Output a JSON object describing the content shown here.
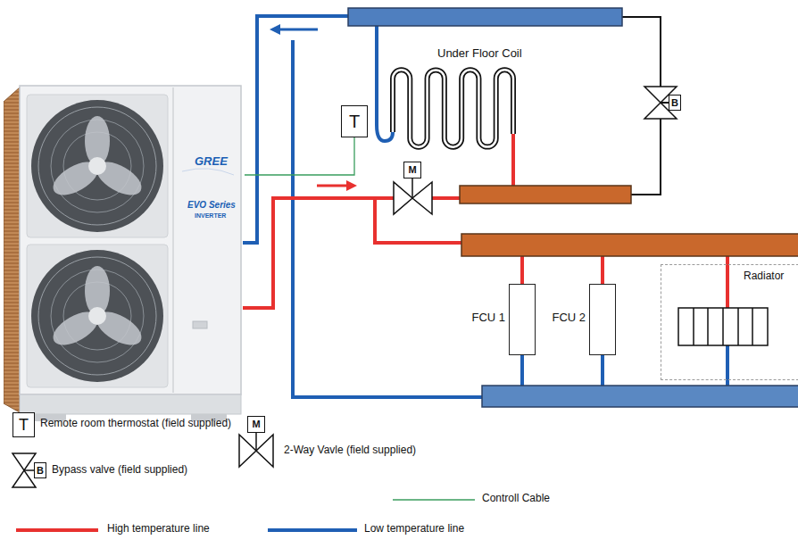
{
  "diagram": {
    "nodes": [
      {
        "text": [
          "GREE",
          "EVO Series",
          "INVERTER"
        ]
      },
      {
        "text": [
          "T"
        ]
      },
      {
        "text": [
          "B"
        ]
      },
      {
        "text": [
          "M"
        ]
      },
      {
        "text": [
          "FCU 1"
        ]
      },
      {
        "text": [
          "FCU 2"
        ]
      },
      {
        "text": [
          "Radiator"
        ]
      },
      {
        "text": [
          "T"
        ]
      },
      {
        "text": [
          "M"
        ]
      },
      {
        "text": [
          "B"
        ]
      }
    ],
    "edges": [
      {
        "from": 1,
        "to": 0,
        "arrow": "none"
      }
    ],
    "labels": [
      "Under Floor Coil"
    ],
    "legend": [
      {
        "text": "Remote room thermostat (field supplied)"
      },
      {
        "text": "2-Way Vavle (field supplied)"
      },
      {
        "text": "Bypass valve (field supplied)"
      },
      {
        "text": "Controll Cable"
      },
      {
        "text": "High temperature line"
      },
      {
        "text": "Low temperature line"
      }
    ]
  }
}
